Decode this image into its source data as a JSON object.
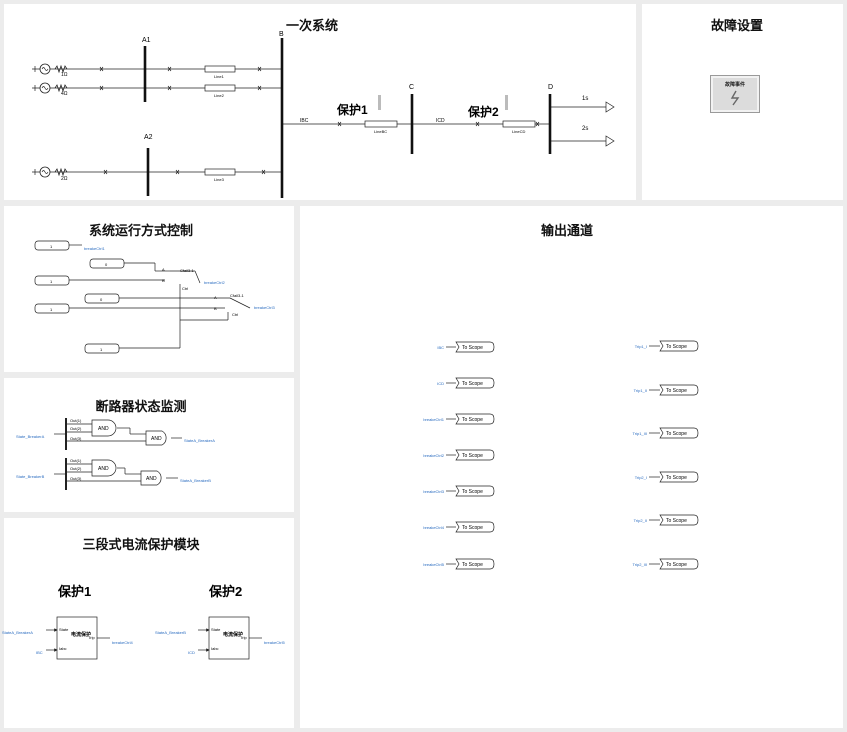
{
  "panels": {
    "primary": {
      "title": "一次系统"
    },
    "fault": {
      "title": "故障设置",
      "button_label": "故障事件"
    },
    "control": {
      "title": "系统运行方式控制"
    },
    "monitor": {
      "title": "断路器状态监测"
    },
    "protection": {
      "title": "三段式电流保护模块"
    },
    "output": {
      "title": "输出通道"
    }
  },
  "primary": {
    "buses": [
      "A1",
      "B",
      "A2",
      "C",
      "D"
    ],
    "sources": [
      "1Ω",
      "4Ω",
      "2Ω"
    ],
    "lines": [
      "Line1",
      "Line2",
      "Line3",
      "LineBC",
      "LineCD"
    ],
    "protections": [
      "保护1",
      "保护2"
    ],
    "currents": [
      "IBC",
      "ICD"
    ],
    "timers": [
      "1s",
      "2s"
    ]
  },
  "control": {
    "constants": [
      "1",
      "0",
      "1",
      "0",
      "1",
      "1"
    ],
    "selectors": [
      "Cfail3-1",
      "Cfail3-1"
    ],
    "outputs": [
      "breakeCtrl1",
      "breakeCtrl2",
      "breakeCtrl3"
    ],
    "ports": [
      "A",
      "B",
      "Ctrl"
    ]
  },
  "monitor": {
    "inputs": [
      "State_BreakerA",
      "State_BreakerB"
    ],
    "ports": [
      "Out(1)",
      "Out(2)",
      "Out(3)"
    ],
    "gate": "AND",
    "outputs": [
      "StateA_BreakerA",
      "StateA_BreakerB"
    ]
  },
  "protection_blocks": [
    {
      "title": "保护1",
      "in_state": "StateA_BreakerA",
      "in_current": "IBC",
      "out": "breakeCtrl4",
      "label": "电流保护"
    },
    {
      "title": "保护2",
      "in_state": "StateA_BreakerB",
      "in_current": "ICD",
      "out": "breakeCtrl5",
      "label": "电流保护"
    }
  ],
  "block_ports": {
    "state": "State",
    "current": "Iabc",
    "trip": "Trip"
  },
  "output": {
    "scope_label": "To Scope",
    "left_signals": [
      "IBC",
      "ICD",
      "breakeCtrl1",
      "breakeCtrl2",
      "breakeCtrl3",
      "breakeCtrl4",
      "breakeCtrl5"
    ],
    "right_signals": [
      "Trip1_I",
      "Trip1_II",
      "Trip1_III",
      "Trip2_I",
      "Trip2_II",
      "Trip2_III"
    ]
  }
}
